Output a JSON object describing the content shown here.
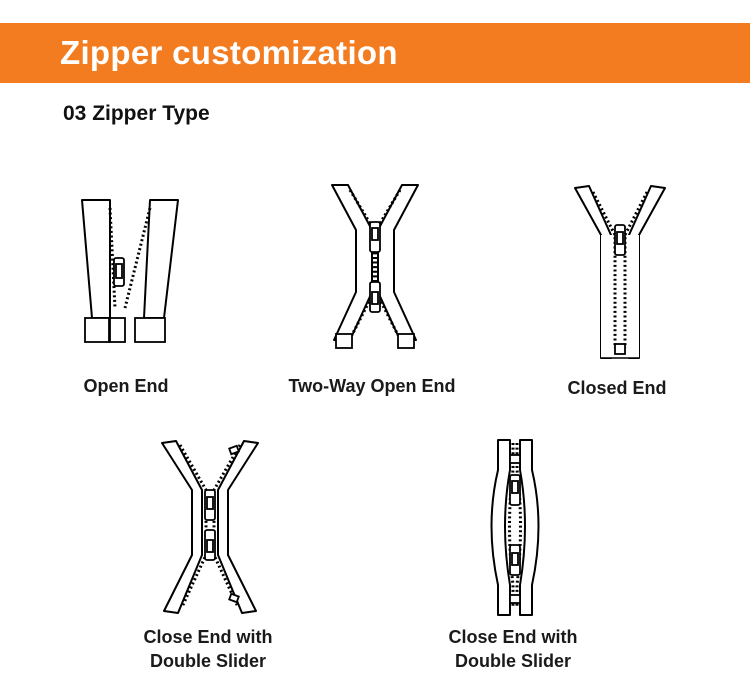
{
  "banner": {
    "title": "Zipper customization",
    "color": "#f47c20"
  },
  "section": {
    "title": "03 Zipper Type"
  },
  "items": [
    {
      "label": "Open End",
      "icon": "open-end-zipper-icon"
    },
    {
      "label": "Two-Way Open End",
      "icon": "two-way-open-end-zipper-icon"
    },
    {
      "label": "Closed End",
      "icon": "closed-end-zipper-icon"
    },
    {
      "label": "Close End with\nDouble Slider",
      "icon": "close-end-double-slider-x-zipper-icon"
    },
    {
      "label": "Close End with\nDouble Slider",
      "icon": "close-end-double-slider-o-zipper-icon"
    }
  ]
}
